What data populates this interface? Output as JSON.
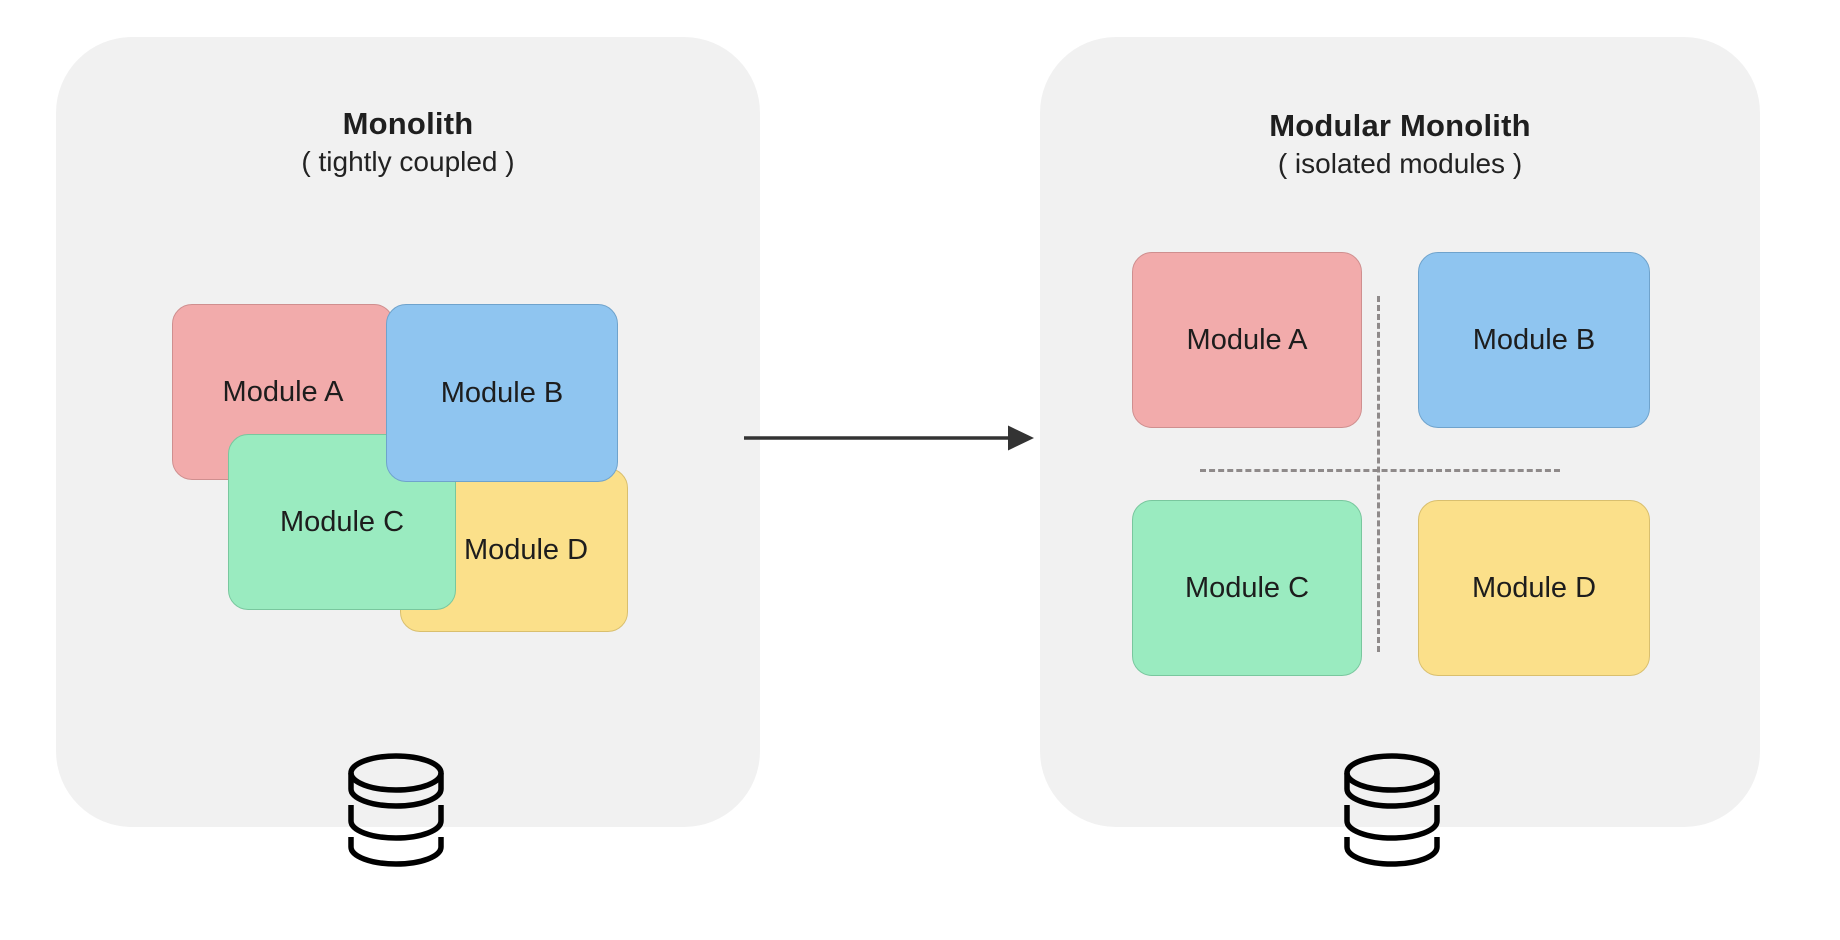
{
  "diagram": {
    "title_semantic": "monolith-to-modular-monolith-architecture",
    "background_color": "#ffffff",
    "panel_color": "#f1f1f1"
  },
  "panels": [
    {
      "id": "monolith",
      "title": "Monolith",
      "subtitle": "( tightly coupled )",
      "layout": "overlapping-stack",
      "database_icon": "database-cylinder-icon",
      "modules": [
        {
          "label": "Module A",
          "color": "#f2abab",
          "border": "#cf8f8f",
          "z": 1
        },
        {
          "label": "Module B",
          "color": "#8fc5f0",
          "border": "#6fa3cc",
          "z": 3
        },
        {
          "label": "Module C",
          "color": "#9aebc0",
          "border": "#79c79e",
          "z": 2
        },
        {
          "label": "Module D",
          "color": "#fbe08a",
          "border": "#d9bf6e",
          "z": 0
        }
      ]
    },
    {
      "id": "modular",
      "title": "Modular Monolith",
      "subtitle": "( isolated modules )",
      "layout": "separated-grid",
      "divider_style": "dashed",
      "divider_color": "#8f8a8a",
      "database_icon": "database-cylinder-icon",
      "modules": [
        {
          "label": "Module A",
          "color": "#f2abab",
          "border": "#cf8f8f"
        },
        {
          "label": "Module B",
          "color": "#8fc5f0",
          "border": "#6fa3cc"
        },
        {
          "label": "Module C",
          "color": "#9aebc0",
          "border": "#79c79e"
        },
        {
          "label": "Module D",
          "color": "#fbe08a",
          "border": "#d9bf6e"
        }
      ]
    }
  ],
  "connector": {
    "type": "arrow-right",
    "color": "#333333",
    "label": ""
  }
}
